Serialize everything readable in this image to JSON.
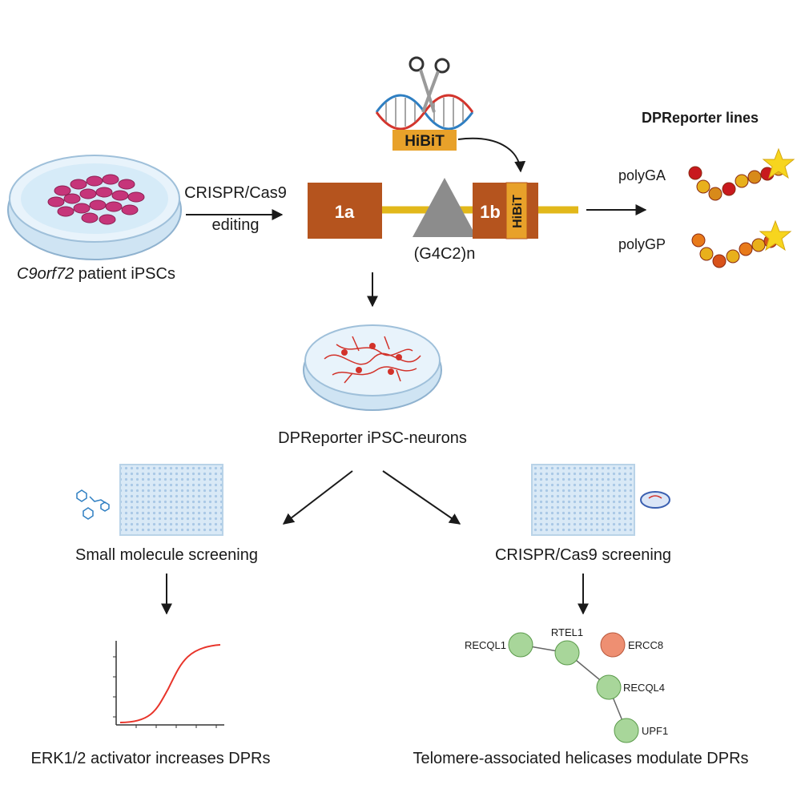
{
  "patient": {
    "label_italic": "C9orf72",
    "label_rest": " patient iPSCs"
  },
  "editing": {
    "line1": "CRISPR/Cas9",
    "line2": "editing"
  },
  "construct": {
    "exon1a": "1a",
    "exon1b": "1b",
    "repeat": "(G4C2)n",
    "hibit_tag": "HiBiT",
    "hibit_inserted": "HiBiT"
  },
  "reporter_lines": {
    "title": "DPReporter lines",
    "items": [
      {
        "label": "polyGA"
      },
      {
        "label": "polyGP"
      }
    ]
  },
  "neurons": {
    "label": "DPReporter iPSC-neurons"
  },
  "small_screen": {
    "label": "Small molecule screening"
  },
  "crispr_screen": {
    "label": "CRISPR/Cas9 screening"
  },
  "erk": {
    "label": "ERK1/2 activator increases DPRs"
  },
  "network": {
    "label": "Telomere-associated helicases modulate DPRs",
    "nodes": [
      {
        "name": "RECQL1",
        "color": "#a8d69a"
      },
      {
        "name": "RTEL1",
        "color": "#a8d69a"
      },
      {
        "name": "ERCC8",
        "color": "#ee8f72"
      },
      {
        "name": "RECQL4",
        "color": "#a8d69a"
      },
      {
        "name": "UPF1",
        "color": "#a8d69a"
      }
    ]
  },
  "colors": {
    "exon": "#b5541e",
    "backbone": "#e2b81a",
    "hibit_bg": "#e8a12a",
    "repeat": "#8c8c8c",
    "curve": "#e8342a"
  }
}
